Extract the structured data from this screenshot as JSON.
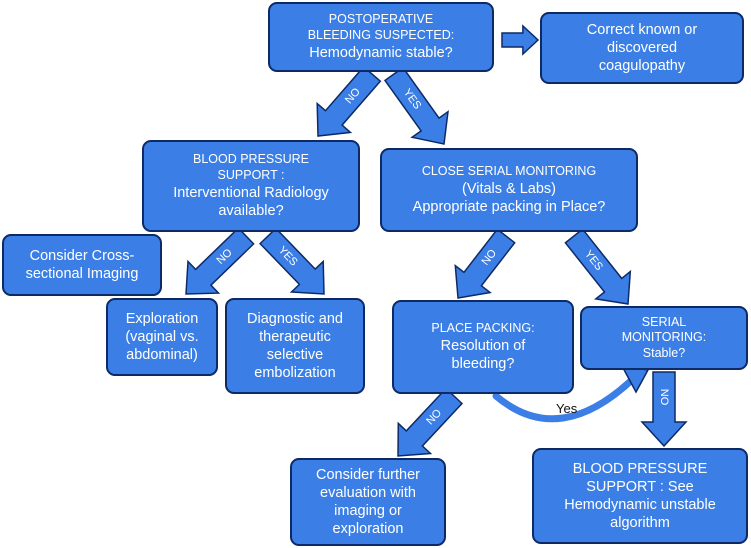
{
  "colors": {
    "box_fill": "#3b7fe6",
    "box_border": "#0d2a66",
    "arrow_fill": "#3b7fe6"
  },
  "nodes": {
    "postop": {
      "lines": [
        "POSTOPERATIVE",
        "BLEEDING SUSPECTED:",
        "Hemodynamic stable?"
      ]
    },
    "coag": {
      "lines": [
        "Correct known or",
        "discovered",
        "coagulopathy"
      ]
    },
    "bp_support": {
      "lines": [
        "BLOOD PRESSURE",
        "SUPPORT :",
        "Interventional Radiology",
        "available?"
      ]
    },
    "close_monitor": {
      "lines": [
        "CLOSE SERIAL MONITORING",
        "(Vitals & Labs)",
        "Appropriate packing in Place?"
      ]
    },
    "cross_sectional": {
      "lines": [
        "Consider Cross-",
        "sectional Imaging"
      ]
    },
    "exploration": {
      "lines": [
        "Exploration",
        "(vaginal vs.",
        "abdominal)"
      ]
    },
    "embolization": {
      "lines": [
        "Diagnostic and",
        "therapeutic",
        "selective",
        "embolization"
      ]
    },
    "place_packing": {
      "lines": [
        "PLACE PACKING:",
        "Resolution of",
        "bleeding?"
      ]
    },
    "serial_monitor": {
      "lines": [
        "SERIAL",
        "MONITORING:",
        "Stable?"
      ]
    },
    "further_eval": {
      "lines": [
        "Consider further",
        "evaluation with",
        "imaging or",
        "exploration"
      ]
    },
    "bp_see": {
      "lines": [
        "BLOOD PRESSURE",
        "SUPPORT : See",
        "Hemodynamic unstable",
        "algorithm"
      ]
    }
  },
  "arrow_labels": {
    "no": "NO",
    "yes": "YES",
    "yes_curve": "Yes"
  }
}
